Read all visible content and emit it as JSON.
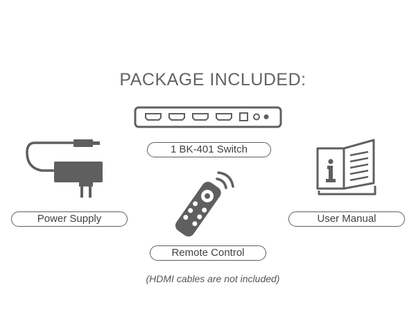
{
  "heading": "PACKAGE INCLUDED:",
  "items": {
    "switch": {
      "label": "1 BK-401 Switch",
      "icon": "hdmi-switch-icon"
    },
    "power": {
      "label": "Power Supply",
      "icon": "power-adapter-icon"
    },
    "manual": {
      "label": "User Manual",
      "icon": "manual-book-icon"
    },
    "remote": {
      "label": "Remote Control",
      "icon": "remote-control-icon"
    }
  },
  "note": "(HDMI cables are not included)",
  "colors": {
    "icon": "#5f5f5f",
    "text": "#404040",
    "background": "#ffffff"
  }
}
